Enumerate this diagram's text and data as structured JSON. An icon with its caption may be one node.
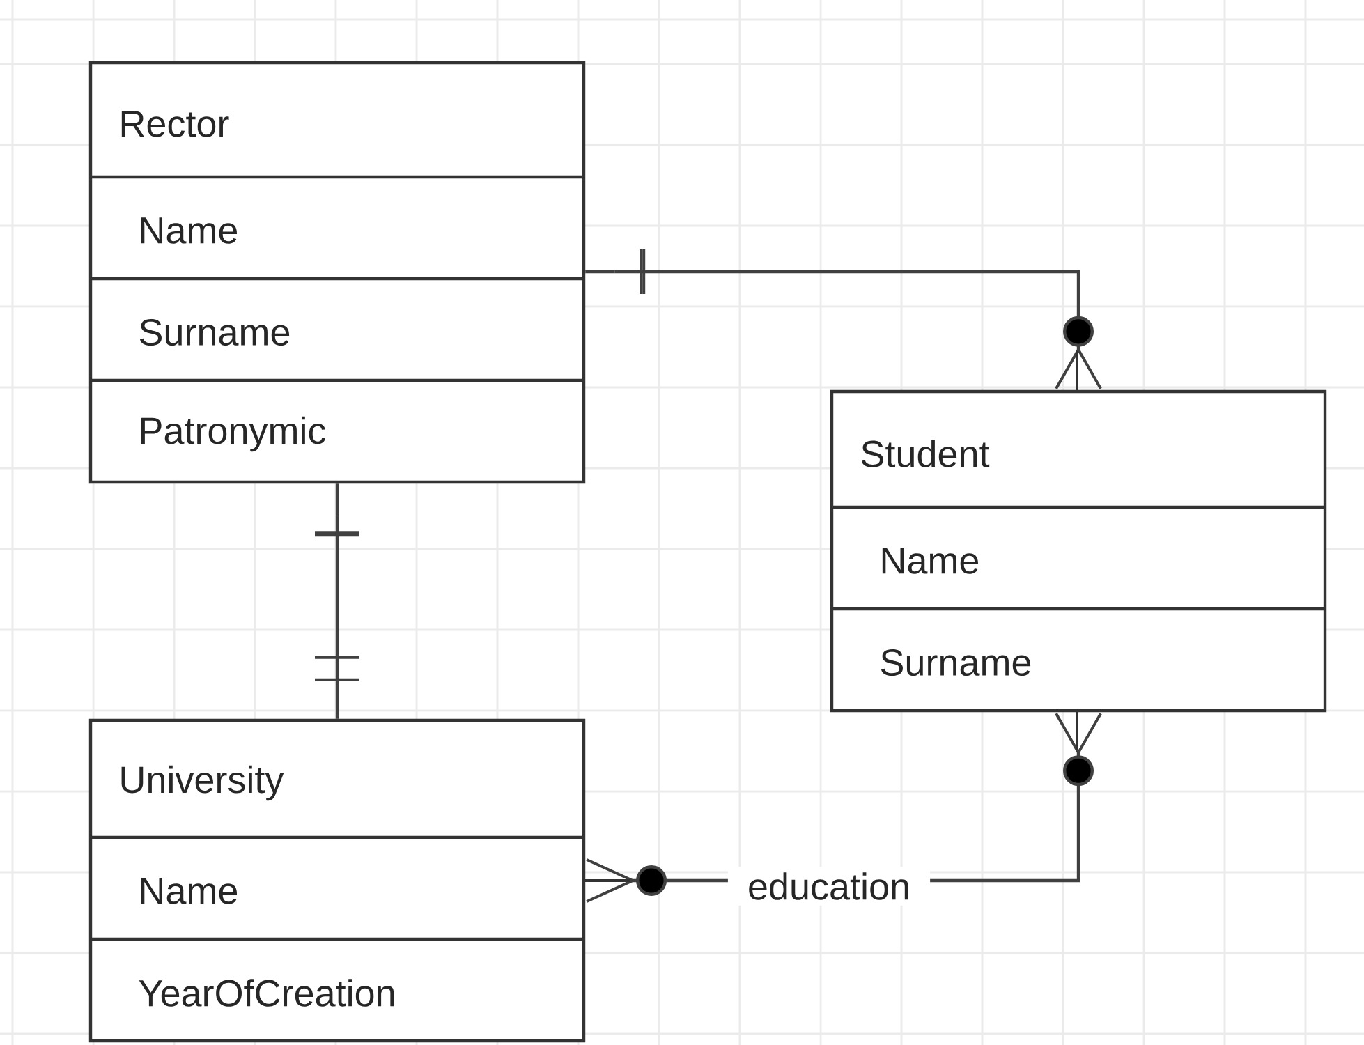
{
  "diagram": {
    "nodes": [
      {
        "text": [
          "Rector",
          "Name",
          "Surname",
          "Patronymic"
        ]
      },
      {
        "text": [
          "Student",
          "Name",
          "Surname"
        ]
      },
      {
        "text": [
          "University",
          "Name",
          "YearOfCreation"
        ]
      }
    ],
    "edges": [
      {
        "from": 0,
        "to": 1,
        "arrow": "other"
      },
      {
        "from": 0,
        "to": 2,
        "arrow": "other"
      },
      {
        "from": 2,
        "to": 1,
        "arrow": "other",
        "label": "education"
      }
    ]
  }
}
